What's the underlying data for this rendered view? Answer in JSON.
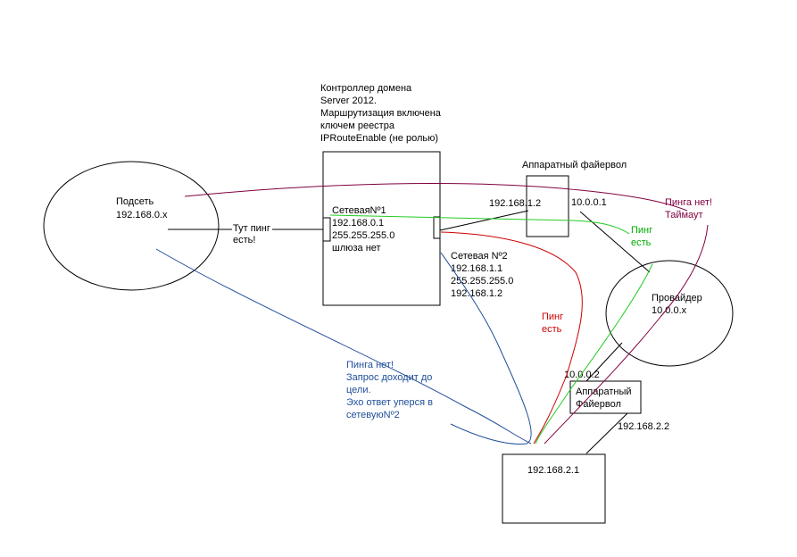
{
  "colors": {
    "black": "#000000",
    "purple": "#800040",
    "green": "#22cc22",
    "red": "#cc0000",
    "blue": "#1f4e99"
  },
  "subnet": {
    "title": "Подсеть",
    "ip": "192.168.0.x"
  },
  "ping_here": {
    "line1": "Тут пинг",
    "line2": "есть!"
  },
  "dc_caption": {
    "line1": "Контроллер домена",
    "line2": "Server 2012.",
    "line3": "Маршрутизация включена",
    "line4": "ключем реестра",
    "line5": "IPRouteEnable (не ролью)"
  },
  "nic1": {
    "line1": "СетеваяNº1",
    "line2": "192.168.0.1",
    "line3": "255.255.255.0",
    "line4": "шлюза нет"
  },
  "nic2": {
    "line1": "Сетевая Nº2",
    "line2": "192.168.1.1",
    "line3": "255.255.255.0",
    "line4": "192.168.1.2"
  },
  "hw_fw1": {
    "title": "Аппаратный файервол",
    "ip_left": "192.168.1.2",
    "ip_right": "10.0.0.1"
  },
  "no_ping_timeout": {
    "line1": "Пинга нет!",
    "line2": "Таймаут"
  },
  "ping_green": {
    "line1": "Пинг",
    "line2": "есть"
  },
  "ping_red": {
    "line1": "Пинг",
    "line2": "есть"
  },
  "provider": {
    "title": "Провайдер",
    "ip": "10.0.0.x"
  },
  "hw_fw2": {
    "title_line1": "Аппаратный",
    "title_line2": "Файервол",
    "ip_top": "10.0.0.2",
    "ip_bottom": "192.168.2.2"
  },
  "no_ping_blue": {
    "line1": "Пинга нет!",
    "line2": "Запрос доходит до",
    "line3": "цели.",
    "line4": "Эхо ответ уперся в",
    "line5": "сетевуюNº2"
  },
  "target_host": {
    "ip": "192.168.2.1"
  }
}
